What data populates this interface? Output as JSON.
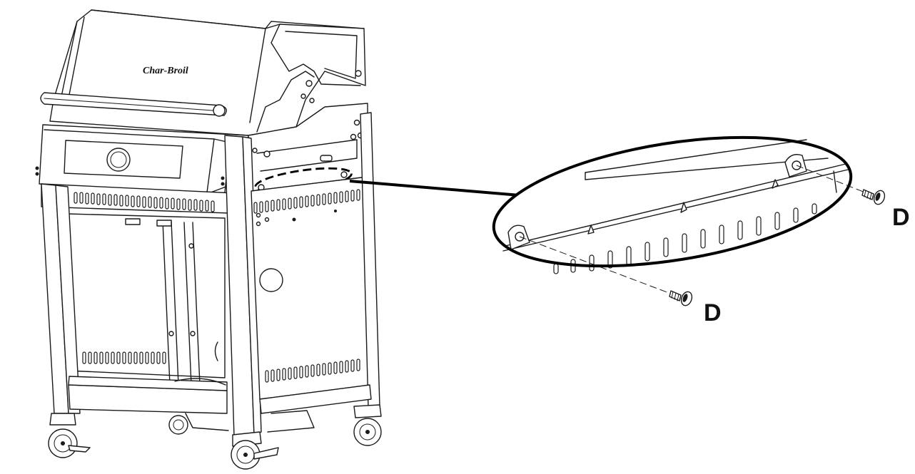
{
  "diagram": {
    "brand_logo": "Char-Broil",
    "part_label_screw_right": "D",
    "part_label_screw_lower": "D",
    "colors": {
      "line": "#1a1a1a",
      "background": "#ffffff"
    },
    "icons": [
      "grill-illustration",
      "screw-icon",
      "caster-wheel-icon",
      "magnifier-callout"
    ]
  }
}
